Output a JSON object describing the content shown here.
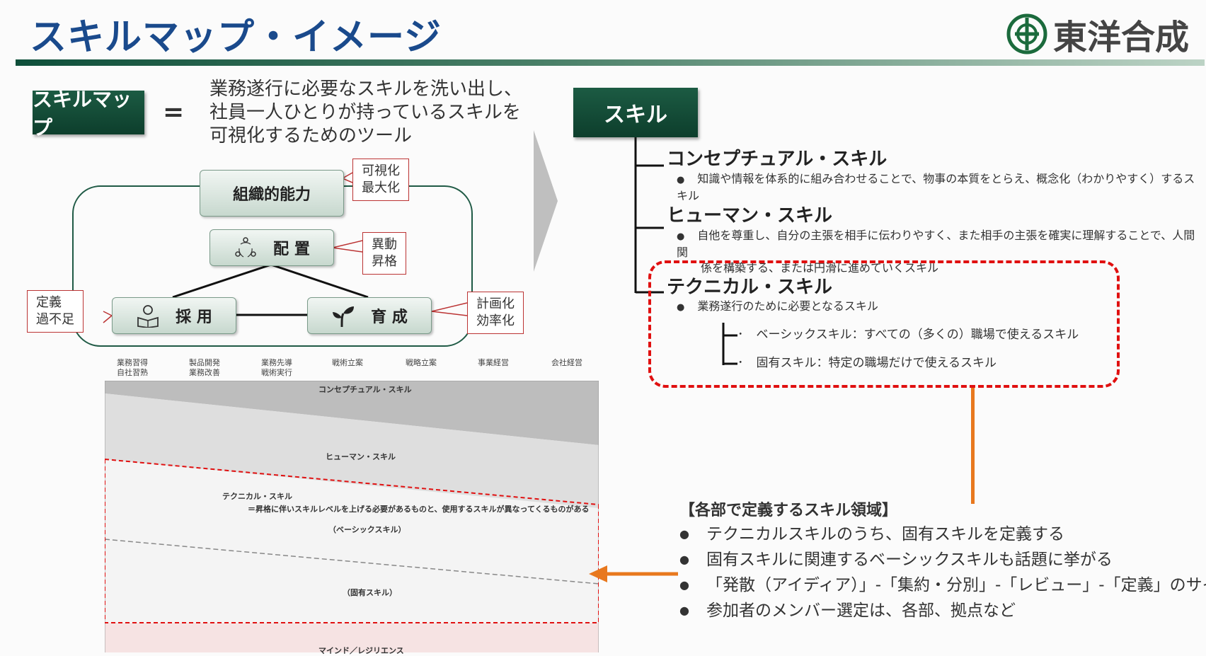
{
  "title": "スキルマップ・イメージ",
  "company": "東洋合成",
  "left": {
    "skillmap_label": "スキルマップ",
    "equals": "=",
    "description": [
      "業務遂行に必要なスキルを洗い出し、",
      "社員一人ひとりが持っているスキルを",
      "可視化するためのツール"
    ],
    "org_node": "組織的能力",
    "placement_node": "配 置",
    "hiring_node": "採 用",
    "growth_node": "育 成",
    "callout_org": [
      "可視化",
      "最大化"
    ],
    "callout_place": [
      "異動",
      "昇格"
    ],
    "callout_hire": [
      "定義",
      "過不足"
    ],
    "callout_grow": [
      "計画化",
      "効率化"
    ]
  },
  "grid": {
    "columns": [
      [
        "業務習得",
        "自社習熟"
      ],
      [
        "製品開発",
        "業務改善"
      ],
      [
        "業務先導",
        "戦術実行"
      ],
      [
        "戦術立案"
      ],
      [
        "戦略立案"
      ],
      [
        "事業経営"
      ],
      [
        "会社経営"
      ]
    ],
    "conceptual": "コンセプチュアル・スキル",
    "human": "ヒューマン・スキル",
    "technical": "テクニカル・スキル",
    "technical_note": "＝昇格に伴いスキルレベルを上げる必要があるものと、使用するスキルが異なってくるものがある",
    "basic": "（ベーシックスキル）",
    "specific": "（固有スキル）",
    "mind": "マインド／レジリエンス"
  },
  "right": {
    "skill_label": "スキル",
    "conceptual_title": "コンセプチュアル・スキル",
    "conceptual_desc": "知識や情報を体系的に組み合わせることで、物事の本質をとらえ、概念化（わかりやすく）するスキル",
    "human_title": "ヒューマン・スキル",
    "human_desc1": "自他を尊重し、自分の主張を相手に伝わりやすく、また相手の主張を確実に理解することで、人間関",
    "human_desc2": "係を構築する、または円滑に進めていくスキル",
    "technical_title": "テクニカル・スキル",
    "technical_desc": "業務遂行のために必要となるスキル",
    "basic_skill": "ベーシックスキル：すべての（多くの）職場で使えるスキル",
    "specific_skill": "固有スキル：特定の職場だけで使えるスキル"
  },
  "section": {
    "title": "【各部で定義するスキル領域】",
    "items": [
      "テクニカルスキルのうち、固有スキルを定義する",
      "固有スキルに関連するベーシックスキルも話題に挙がる",
      "「発散（アイディア）」-「集約・分別」-「レビュー」-「定義」のサイクル",
      "参加者のメンバー選定は、各部、拠点など"
    ]
  },
  "colors": {
    "title_blue": "#1a4a8c",
    "dark_green": "#0d3e2c",
    "accent_red": "#e01010",
    "accent_orange": "#e8781e"
  }
}
